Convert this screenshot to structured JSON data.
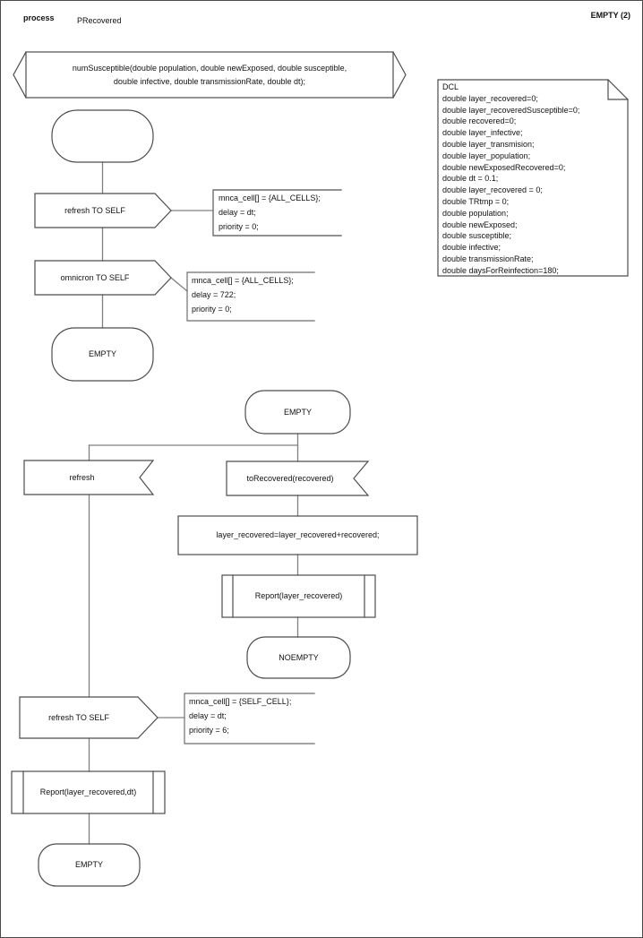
{
  "header": {
    "kind": "process",
    "name": "PRecovered",
    "page_label": "EMPTY (2)"
  },
  "banner": {
    "text": "numSusceptible(double population, double newExposed, double susceptible,\ndouble infective, double transmissionRate, double dt);"
  },
  "dcl": {
    "lines": [
      "DCL",
      "double layer_recovered=0;",
      "double layer_recoveredSusceptible=0;",
      "double recovered=0;",
      "double layer_infective;",
      "double layer_transmision;",
      "double layer_population;",
      "double newExposedRecovered=0;",
      "double dt = 0.1;",
      "double layer_recovered = 0;",
      "double TRtmp = 0;",
      "double population;",
      "double newExposed;",
      "double susceptible;",
      "double infective;",
      "double transmissionRate;",
      "double daysForReinfection=180;"
    ]
  },
  "flow_top": {
    "send_refresh": {
      "label": "refresh TO SELF"
    },
    "annotation_refresh": {
      "lines": [
        "mnca_cell[] = {ALL_CELLS};",
        "delay = dt;",
        "priority = 0;"
      ]
    },
    "send_omnicron": {
      "label": "omnicron TO SELF"
    },
    "annotation_omnicron": {
      "lines": [
        "mnca_cell[] = {ALL_CELLS};",
        "delay = 722;",
        "priority = 0;"
      ]
    },
    "state_end": {
      "label": "EMPTY"
    }
  },
  "flow_main": {
    "state_start": {
      "label": "EMPTY"
    },
    "input_refresh": {
      "label": "refresh"
    },
    "input_torecovered": {
      "label": "toRecovered(recovered)"
    },
    "task": {
      "label": "layer_recovered=layer_recovered+recovered;"
    },
    "procedure_report": {
      "label": "Report(layer_recovered)"
    },
    "state_noempty": {
      "label": "NOEMPTY"
    },
    "send_refresh_self": {
      "label": "refresh TO SELF"
    },
    "annotation_refresh_self": {
      "lines": [
        "mnca_cell[] = {SELF_CELL};",
        "delay = dt;",
        "priority = 6;"
      ]
    },
    "procedure_report_dt": {
      "label": "Report(layer_recovered,dt)"
    },
    "state_end": {
      "label": "EMPTY"
    }
  },
  "colors": {
    "shape_stroke": "#4d4d4d",
    "connector_stroke": "#808080",
    "annotation_stroke": "#6e6e6e",
    "background": "#ffffff",
    "text": "#111111"
  }
}
